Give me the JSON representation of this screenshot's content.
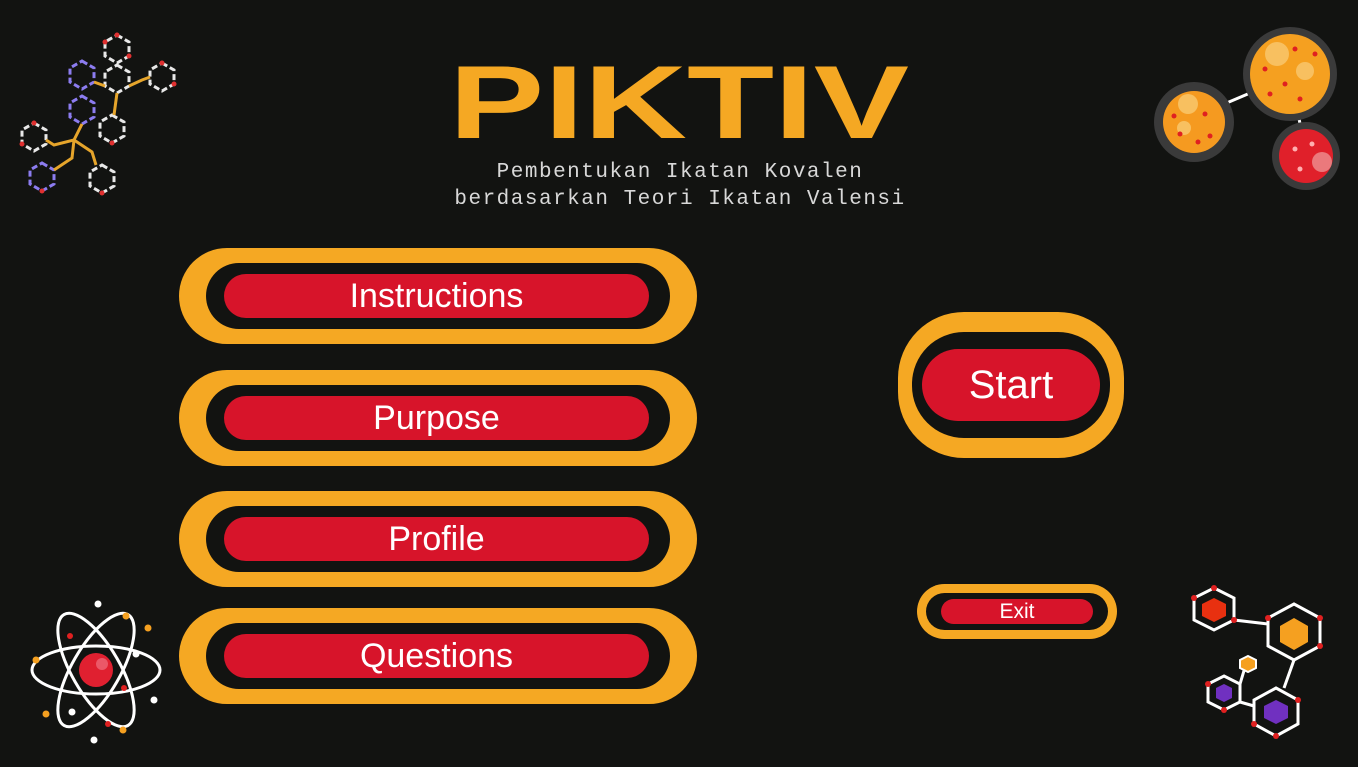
{
  "app": {
    "title": "PIKTIV",
    "subtitle_line1": "Pembentukan Ikatan Kovalen",
    "subtitle_line2": "berdasarkan Teori Ikatan Valensi"
  },
  "menu": {
    "instructions_label": "Instructions",
    "purpose_label": "Purpose",
    "profile_label": "Profile",
    "questions_label": "Questions",
    "start_label": "Start",
    "exit_label": "Exit"
  },
  "decorations": {
    "top_left": "hexagon-molecule-icon",
    "top_right": "molecule-spheres-icon",
    "bottom_left": "atom-icon",
    "bottom_right": "hexagon-cluster-icon"
  },
  "colors": {
    "background": "#121311",
    "accent_orange": "#f5a823",
    "button_red": "#d7142a",
    "text_white": "#ffffff",
    "subtitle_gray": "#d8d8d8"
  }
}
